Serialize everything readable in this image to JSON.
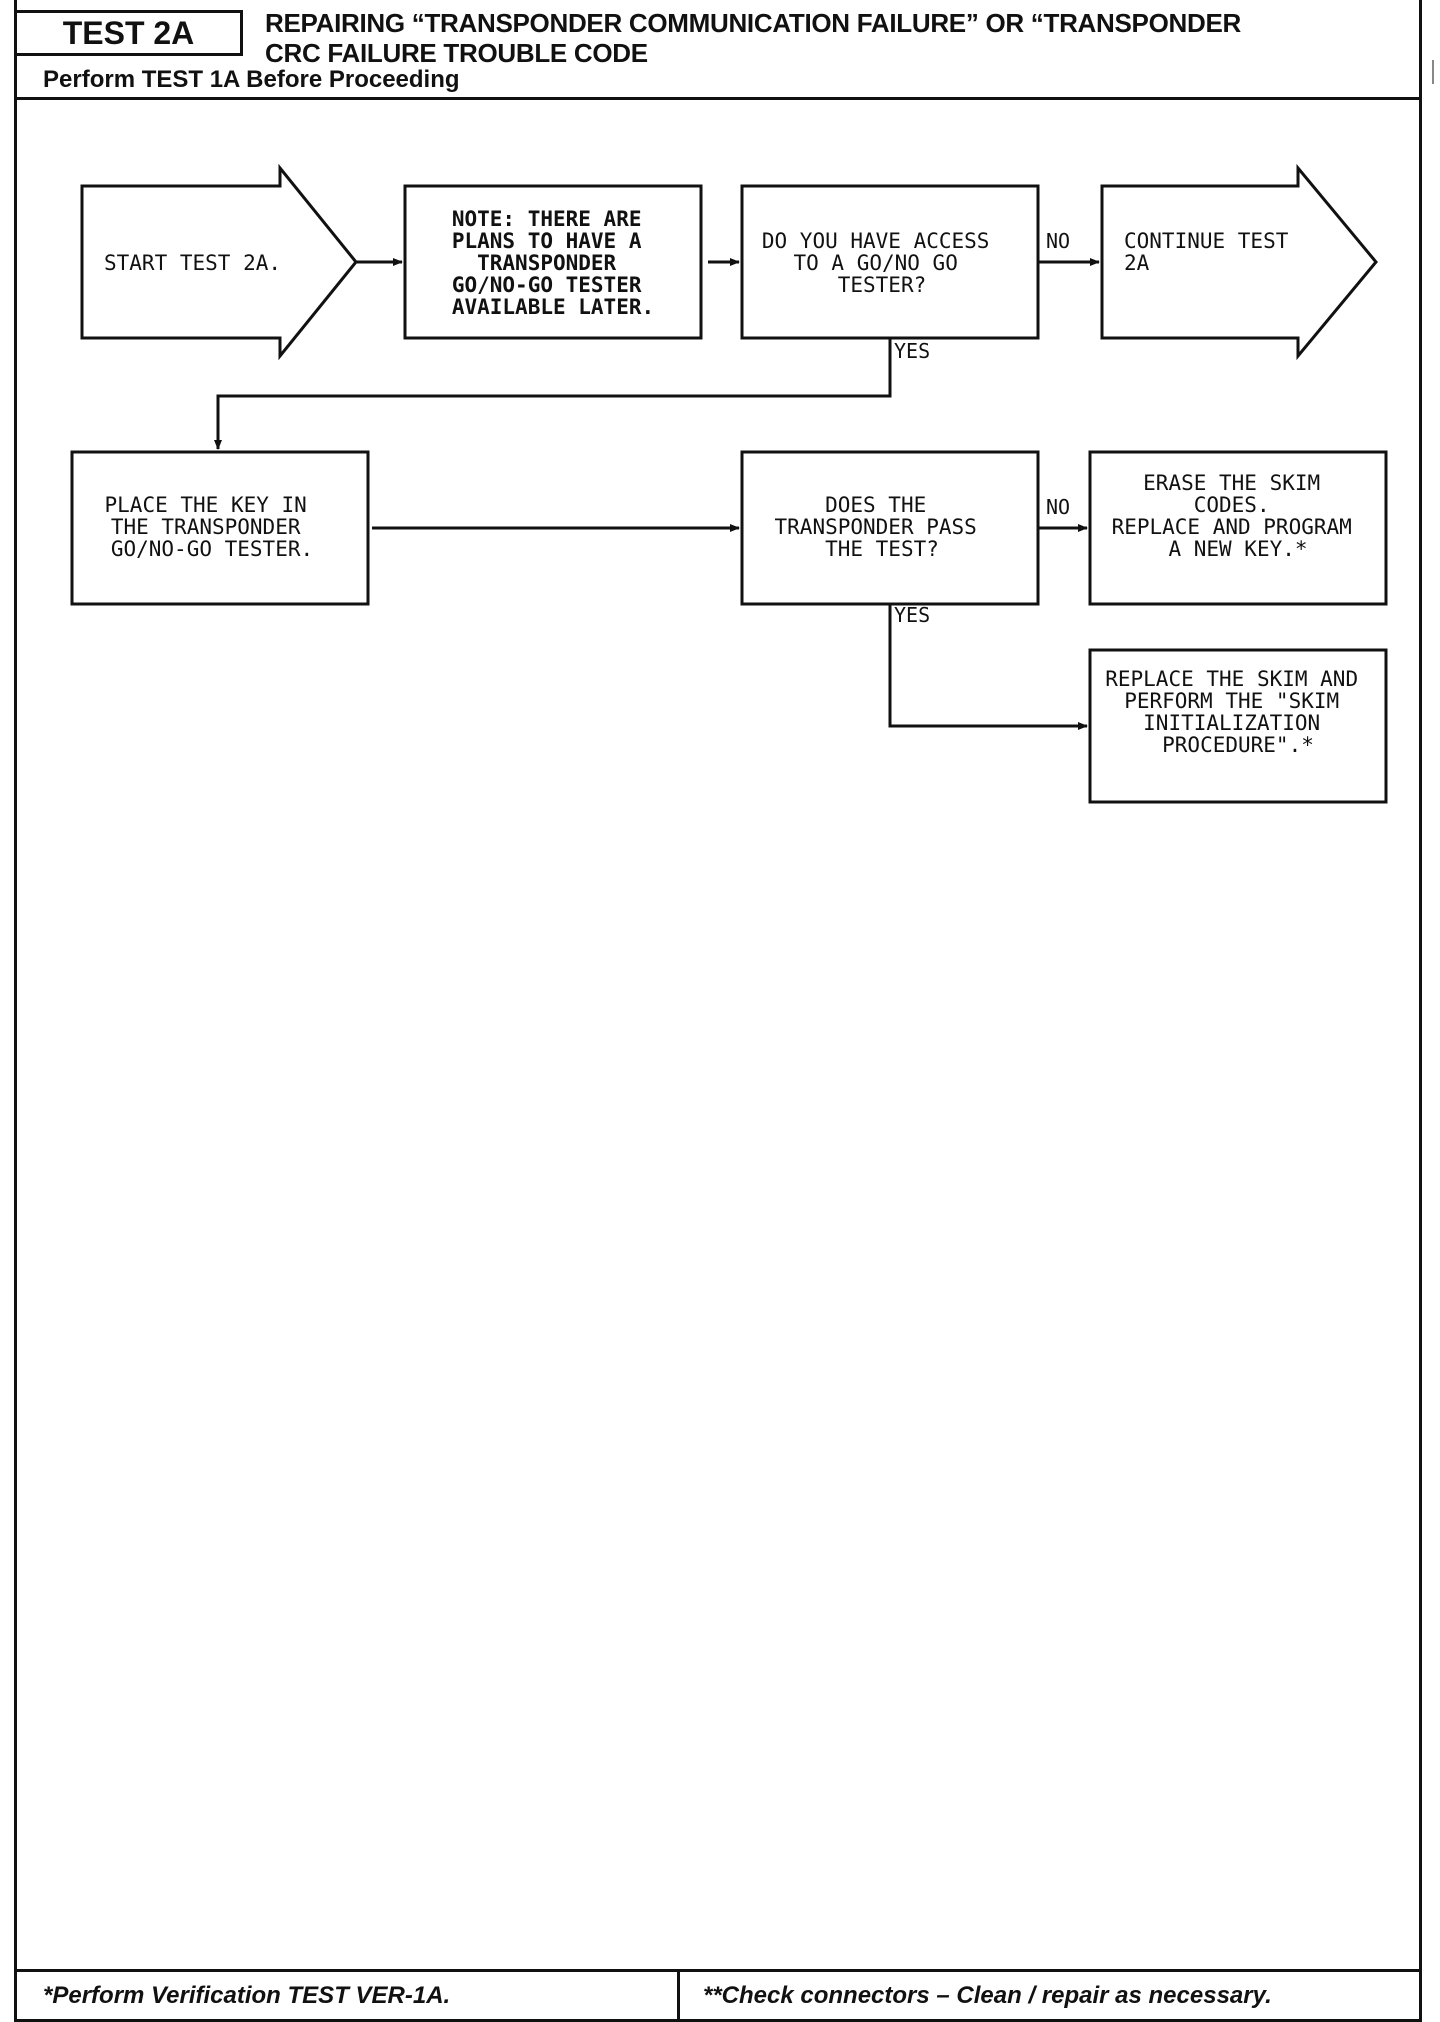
{
  "header": {
    "test_id": "TEST 2A",
    "title_line1": "REPAIRING “TRANSPONDER COMMUNICATION FAILURE” OR “TRANSPONDER",
    "title_line2": "CRC FAILURE TROUBLE CODE",
    "prerequisite": "Perform TEST 1A Before Proceeding"
  },
  "flowchart": {
    "nodes": {
      "start": [
        "START TEST 2A."
      ],
      "note": [
        "NOTE: THERE ARE",
        "PLANS TO HAVE A",
        "TRANSPONDER",
        "GO/NO-GO TESTER",
        "AVAILABLE LATER."
      ],
      "access": [
        "DO YOU HAVE ACCESS",
        "TO A GO/NO GO",
        "TESTER?"
      ],
      "continue": [
        "CONTINUE TEST",
        "2A"
      ],
      "place_key": [
        "PLACE THE KEY IN",
        "THE TRANSPONDER",
        "GO/NO-GO TESTER."
      ],
      "pass_test": [
        "DOES THE",
        "TRANSPONDER PASS",
        "THE TEST?"
      ],
      "erase": [
        "ERASE THE SKIM",
        "CODES.",
        "REPLACE AND PROGRAM",
        "A NEW KEY.*"
      ],
      "replace_skim": [
        "REPLACE THE SKIM AND",
        "PERFORM THE \"SKIM",
        "INITIALIZATION",
        "PROCEDURE\".*"
      ]
    },
    "edge_labels": {
      "access_no": "NO",
      "access_yes": "YES",
      "pass_no": "NO",
      "pass_yes": "YES"
    }
  },
  "footer": {
    "left": "*Perform Verification TEST VER-1A.",
    "right": "**Check connectors – Clean / repair as necessary."
  }
}
